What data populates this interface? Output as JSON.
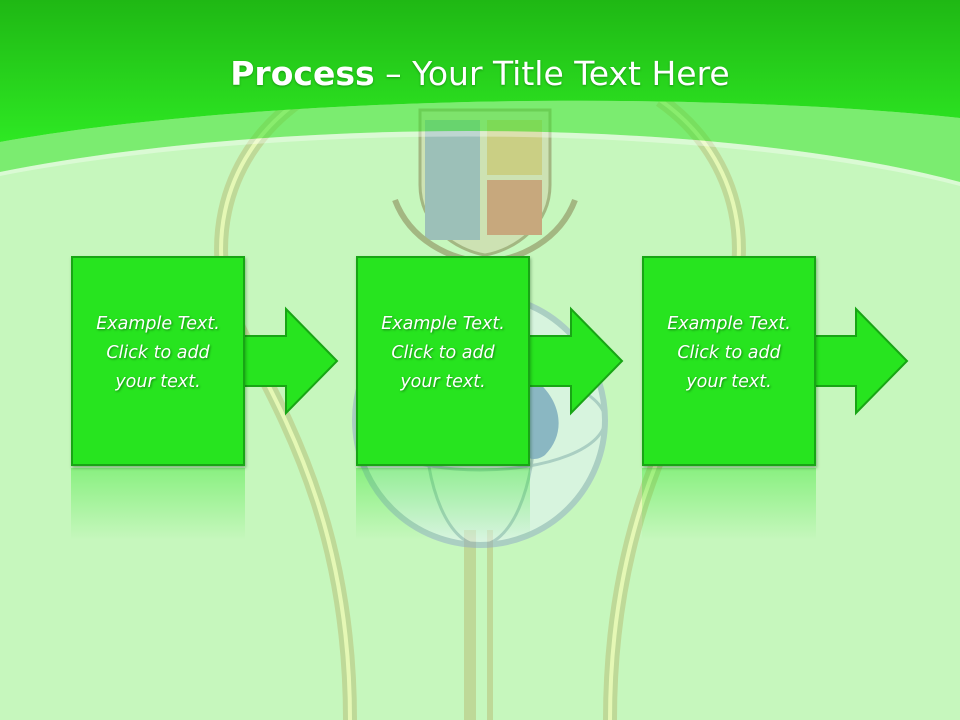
{
  "title": {
    "bold": "Process",
    "rest": " – Your Title Text Here"
  },
  "steps": [
    {
      "line1": "Example Text.",
      "line2": "Click  to add",
      "line3": "your text."
    },
    {
      "line1": "Example Text.",
      "line2": "Click  to add",
      "line3": "your text."
    },
    {
      "line1": "Example Text.",
      "line2": "Click  to add",
      "line3": "your text."
    }
  ],
  "colors": {
    "header_green": "#27e41f",
    "box_fill": "#27e41f",
    "background": "#c6f7bd"
  }
}
